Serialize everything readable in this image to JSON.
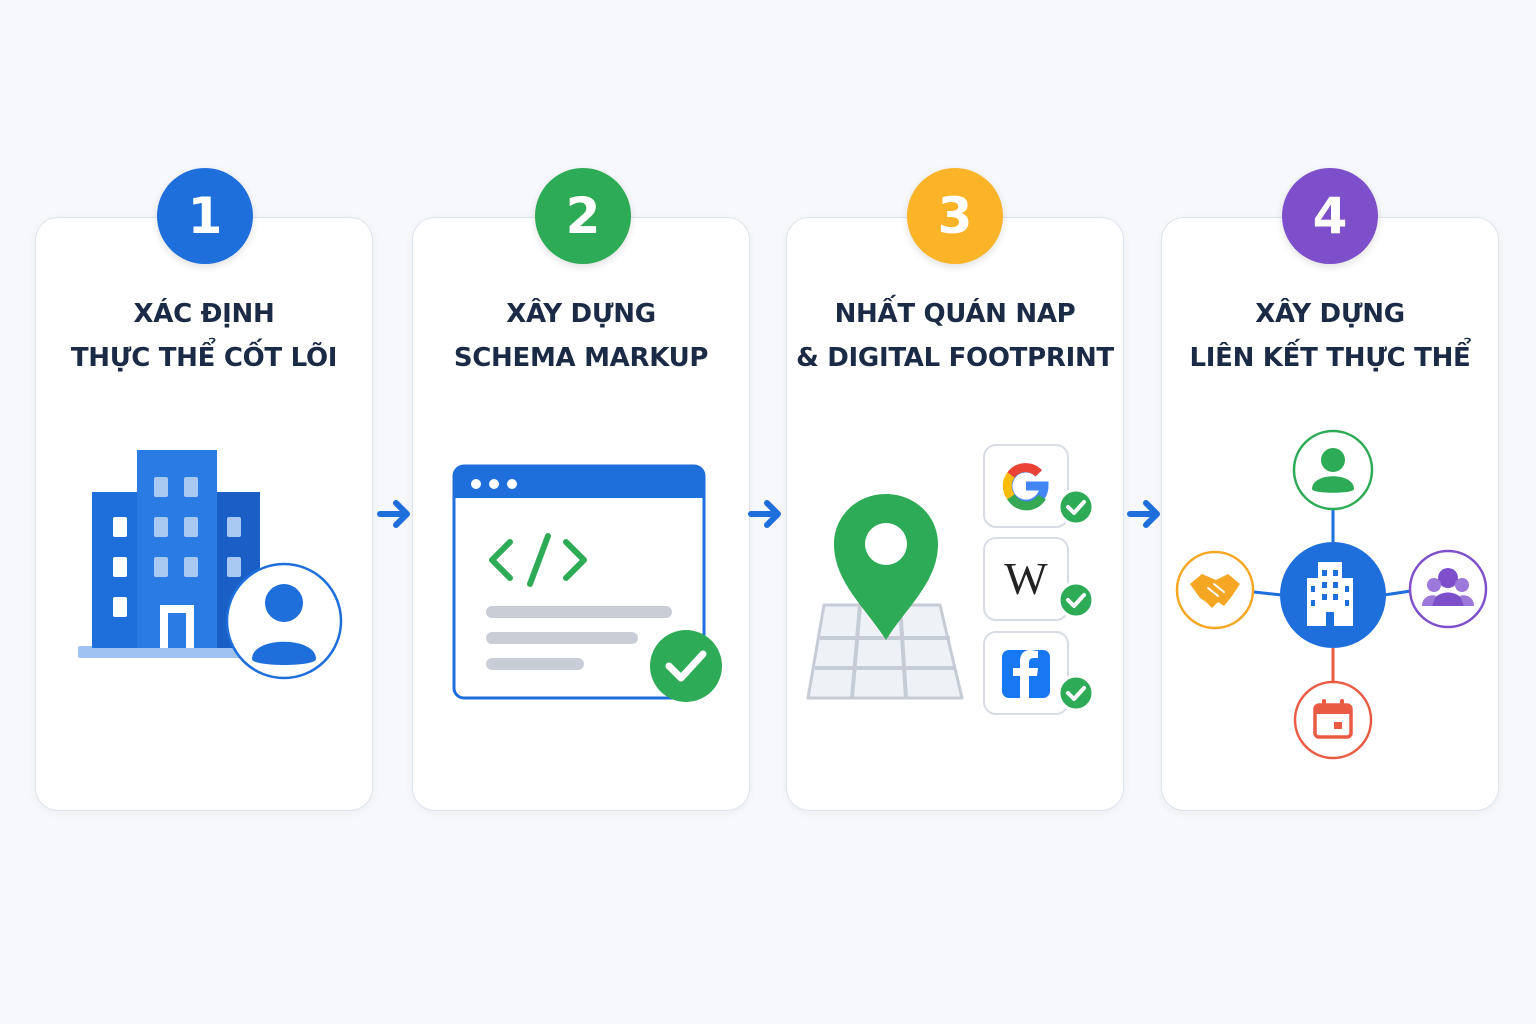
{
  "colors": {
    "step1": "#1e6fdc",
    "step2": "#2eab56",
    "step3": "#fbb328",
    "step4": "#7d4fcb",
    "arrow": "#1e6fdc",
    "title": "#1b2a45"
  },
  "steps": [
    {
      "number": "1",
      "title_line1": "XÁC ĐỊNH",
      "title_line2": "THỰC THỂ CỐT LÕI"
    },
    {
      "number": "2",
      "title_line1": "XÂY DỰNG",
      "title_line2": "SCHEMA MARKUP"
    },
    {
      "number": "3",
      "title_line1": "NHẤT QUÁN NAP",
      "title_line2": "& DIGITAL FOOTPRINT"
    },
    {
      "number": "4",
      "title_line1": "XÂY DỰNG",
      "title_line2": "LIÊN KẾT THỰC THỂ"
    }
  ],
  "icons": {
    "step1": [
      "building-icon",
      "user-icon"
    ],
    "step2": [
      "browser-window-icon",
      "code-icon",
      "check-icon"
    ],
    "step3": [
      "map-pin-icon",
      "map-icon",
      "google-icon",
      "wikipedia-icon",
      "facebook-icon",
      "check-icon"
    ],
    "step4": [
      "building-icon",
      "user-icon",
      "group-icon",
      "calendar-icon",
      "handshake-icon"
    ]
  },
  "wikipedia_logo": "W"
}
